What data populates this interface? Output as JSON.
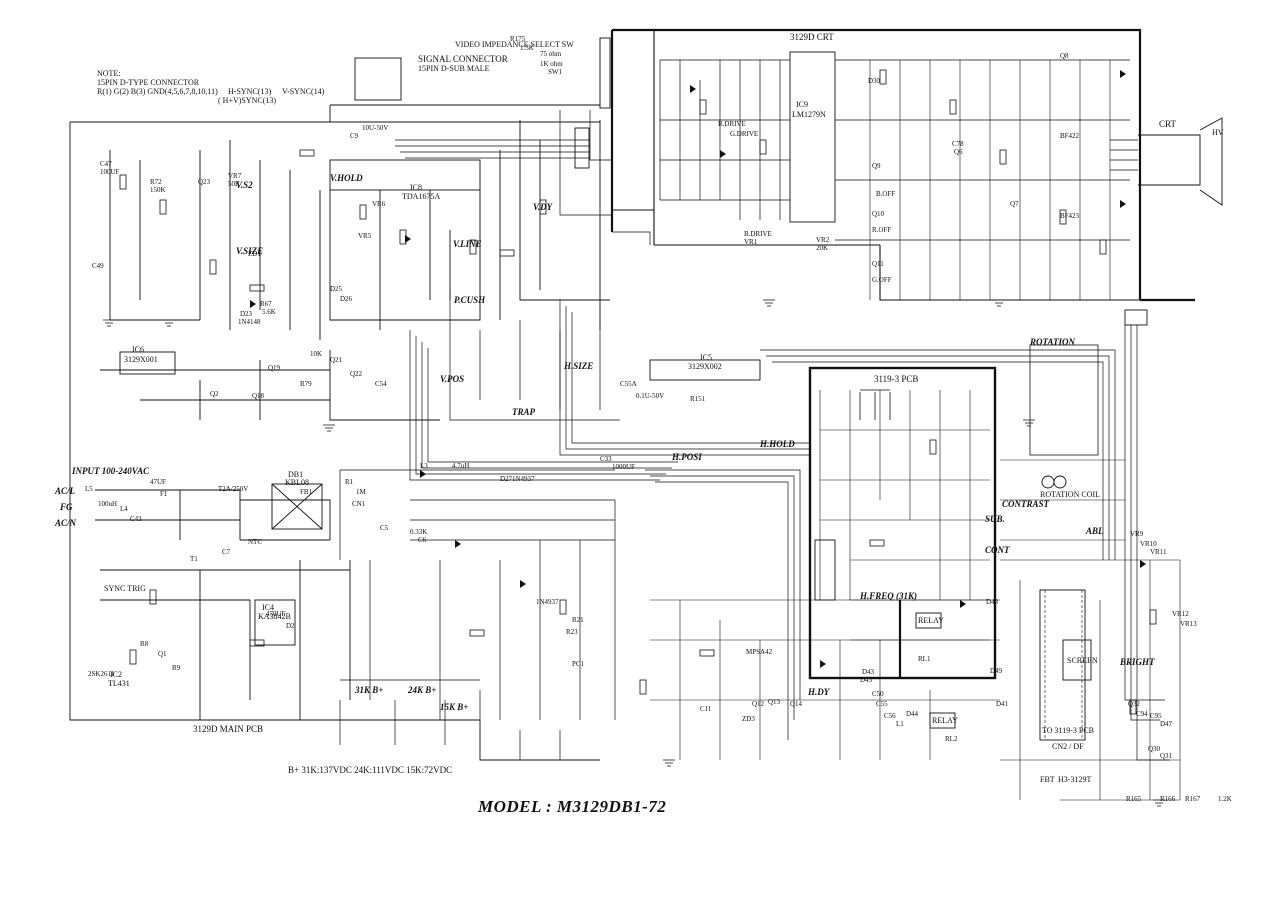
{
  "model_title": "MODEL : M3129DB1-72",
  "note": {
    "title": "NOTE:",
    "line1": "15PIN D-TYPE CONNECTOR",
    "line2": "R(1)  G(2)  B(3)  GND(4,5,6,7,8,10,11)",
    "hsync": "H-SYNC(13)",
    "vsync": "V-SYNC(14)",
    "hvsync": "( H+V)SYNC(13)"
  },
  "top": {
    "video_impedance": "VIDEO IMPEDANCE SELECT SW",
    "signal_connector": "SIGNAL CONNECTOR",
    "dsub": "15PIN D-SUB MALE",
    "crt_pcb": "3129D CRT",
    "crt": "CRT",
    "hv": "HV"
  },
  "sections": {
    "v_hold": "V.HOLD",
    "v_size": "V.SIZE",
    "v_s2": "V.S2",
    "v_dy": "V.DY",
    "v_line": "V.LINE",
    "p_cush": "P.CUSH",
    "v_pos": "V.POS",
    "h_size": "H.SIZE",
    "trap": "TRAP",
    "h_posi": "H.POSI",
    "h_hold": "H.HOLD",
    "h_freq": "H.FREQ (31K)",
    "rotation": "ROTATION",
    "rotation_coil": "ROTATION COIL",
    "contrast": "CONTRAST",
    "abl": "ABL",
    "sub_cont": "SUB.",
    "sub_cont2": "CONT",
    "bright": "BRIGHT",
    "screen": "SCREEN",
    "h_dy": "H.DY"
  },
  "boards": {
    "pcb_3119": "3119-3 PCB",
    "main_pcb": "3129D MAIN PCB",
    "to_3119": "TO 3119-3 PCB",
    "cn2_df": "CN2 / DF",
    "fbt": "FBT",
    "fbt_part": "H3-3129T"
  },
  "input": {
    "title": "INPUT 100-240VAC",
    "acl": "AC/L",
    "fg": "FG",
    "acn": "AC/N",
    "sync_trig": "SYNC TRIG",
    "db1": "DB1",
    "kbl08": "KBL08"
  },
  "bplus": {
    "b31k": "31K B+",
    "b24k": "24K B+",
    "b15k": "15K B+",
    "summary": "B+  31K:137VDC     24K:111VDC     15K:72VDC"
  },
  "chips": {
    "ic8": "IC8",
    "ic8_part": "TDA1675A",
    "ic9": "IC9",
    "ic9_part": "LM1279N",
    "ic6": "IC6",
    "ic6_part": "3129X001",
    "ic5": "IC5",
    "ic5_part": "3129X002",
    "relay": "RELAY",
    "relay2": "RELAY",
    "ic4": "IC4",
    "ic4_part": "KA3842B",
    "ic2": "IC2",
    "ic2_part": "TL431"
  },
  "parts": [
    {
      "t": "R175"
    },
    {
      "t": "1.5K"
    },
    {
      "t": "75 ohm"
    },
    {
      "t": "1K ohm"
    },
    {
      "t": "SW1"
    },
    {
      "t": "C47"
    },
    {
      "t": "100UF"
    },
    {
      "t": "R72"
    },
    {
      "t": "150K"
    },
    {
      "t": "Q23"
    },
    {
      "t": "VR7"
    },
    {
      "t": "50K"
    },
    {
      "t": "VR5"
    },
    {
      "t": "VR6"
    },
    {
      "t": "ZD1"
    },
    {
      "t": "D23"
    },
    {
      "t": "1N4148"
    },
    {
      "t": "D25"
    },
    {
      "t": "D26"
    },
    {
      "t": "R67"
    },
    {
      "t": "5.6K"
    },
    {
      "t": "C49"
    },
    {
      "t": "Q2"
    },
    {
      "t": "Q18"
    },
    {
      "t": "Q19"
    },
    {
      "t": "R79"
    },
    {
      "t": "10K"
    },
    {
      "t": "Q21"
    },
    {
      "t": "Q22"
    },
    {
      "t": "C54"
    },
    {
      "t": "C55A"
    },
    {
      "t": "0.1U-50V"
    },
    {
      "t": "R151"
    },
    {
      "t": "D30"
    },
    {
      "t": "C78"
    },
    {
      "t": "Q6"
    },
    {
      "t": "Q7"
    },
    {
      "t": "Q8"
    },
    {
      "t": "BF422"
    },
    {
      "t": "BF423"
    },
    {
      "t": "Q9"
    },
    {
      "t": "Q10"
    },
    {
      "t": "Q11"
    },
    {
      "t": "R.OFF"
    },
    {
      "t": "G.OFF"
    },
    {
      "t": "B.OFF"
    },
    {
      "t": "R.DRIVE"
    },
    {
      "t": "G.DRIVE"
    },
    {
      "t": "B.DRIVE"
    },
    {
      "t": "VR1"
    },
    {
      "t": "VR2"
    },
    {
      "t": "20K"
    },
    {
      "t": "C9"
    },
    {
      "t": "10U-50V"
    },
    {
      "t": "L3"
    },
    {
      "t": "4.7uH"
    },
    {
      "t": "D27"
    },
    {
      "t": "1N4937"
    },
    {
      "t": "C33"
    },
    {
      "t": "1000UF"
    },
    {
      "t": "L5"
    },
    {
      "t": "100uH"
    },
    {
      "t": "L4"
    },
    {
      "t": "C43"
    },
    {
      "t": "47UF"
    },
    {
      "t": "F1"
    },
    {
      "t": "T2A/250V"
    },
    {
      "t": "FB1"
    },
    {
      "t": "R1"
    },
    {
      "t": "1M"
    },
    {
      "t": "CN1"
    },
    {
      "t": "C5"
    },
    {
      "t": "0.33K"
    },
    {
      "t": "C6"
    },
    {
      "t": "T1"
    },
    {
      "t": "NTC"
    },
    {
      "t": "C7"
    },
    {
      "t": "470UF"
    },
    {
      "t": "R8"
    },
    {
      "t": "Q1"
    },
    {
      "t": "2SK2611"
    },
    {
      "t": "R9"
    },
    {
      "t": "D2"
    },
    {
      "t": "1N4937"
    },
    {
      "t": "R21"
    },
    {
      "t": "R23"
    },
    {
      "t": "PC1"
    },
    {
      "t": "C11"
    },
    {
      "t": "ZD3"
    },
    {
      "t": "Q12"
    },
    {
      "t": "Q13"
    },
    {
      "t": "Q14"
    },
    {
      "t": "MPSA42"
    },
    {
      "t": "D43"
    },
    {
      "t": "D45"
    },
    {
      "t": "C50"
    },
    {
      "t": "C55"
    },
    {
      "t": "C56"
    },
    {
      "t": "L1"
    },
    {
      "t": "D44"
    },
    {
      "t": "VR9"
    },
    {
      "t": "VR10"
    },
    {
      "t": "VR11"
    },
    {
      "t": "VR12"
    },
    {
      "t": "VR13"
    },
    {
      "t": "R165"
    },
    {
      "t": "R166"
    },
    {
      "t": "R167"
    },
    {
      "t": "1.2K"
    },
    {
      "t": "Q30"
    },
    {
      "t": "Q31"
    },
    {
      "t": "Q32"
    },
    {
      "t": "C94"
    },
    {
      "t": "C95"
    },
    {
      "t": "D47"
    },
    {
      "t": "RL1"
    },
    {
      "t": "RL2"
    },
    {
      "t": "D48"
    },
    {
      "t": "D49"
    },
    {
      "t": "D41"
    }
  ]
}
